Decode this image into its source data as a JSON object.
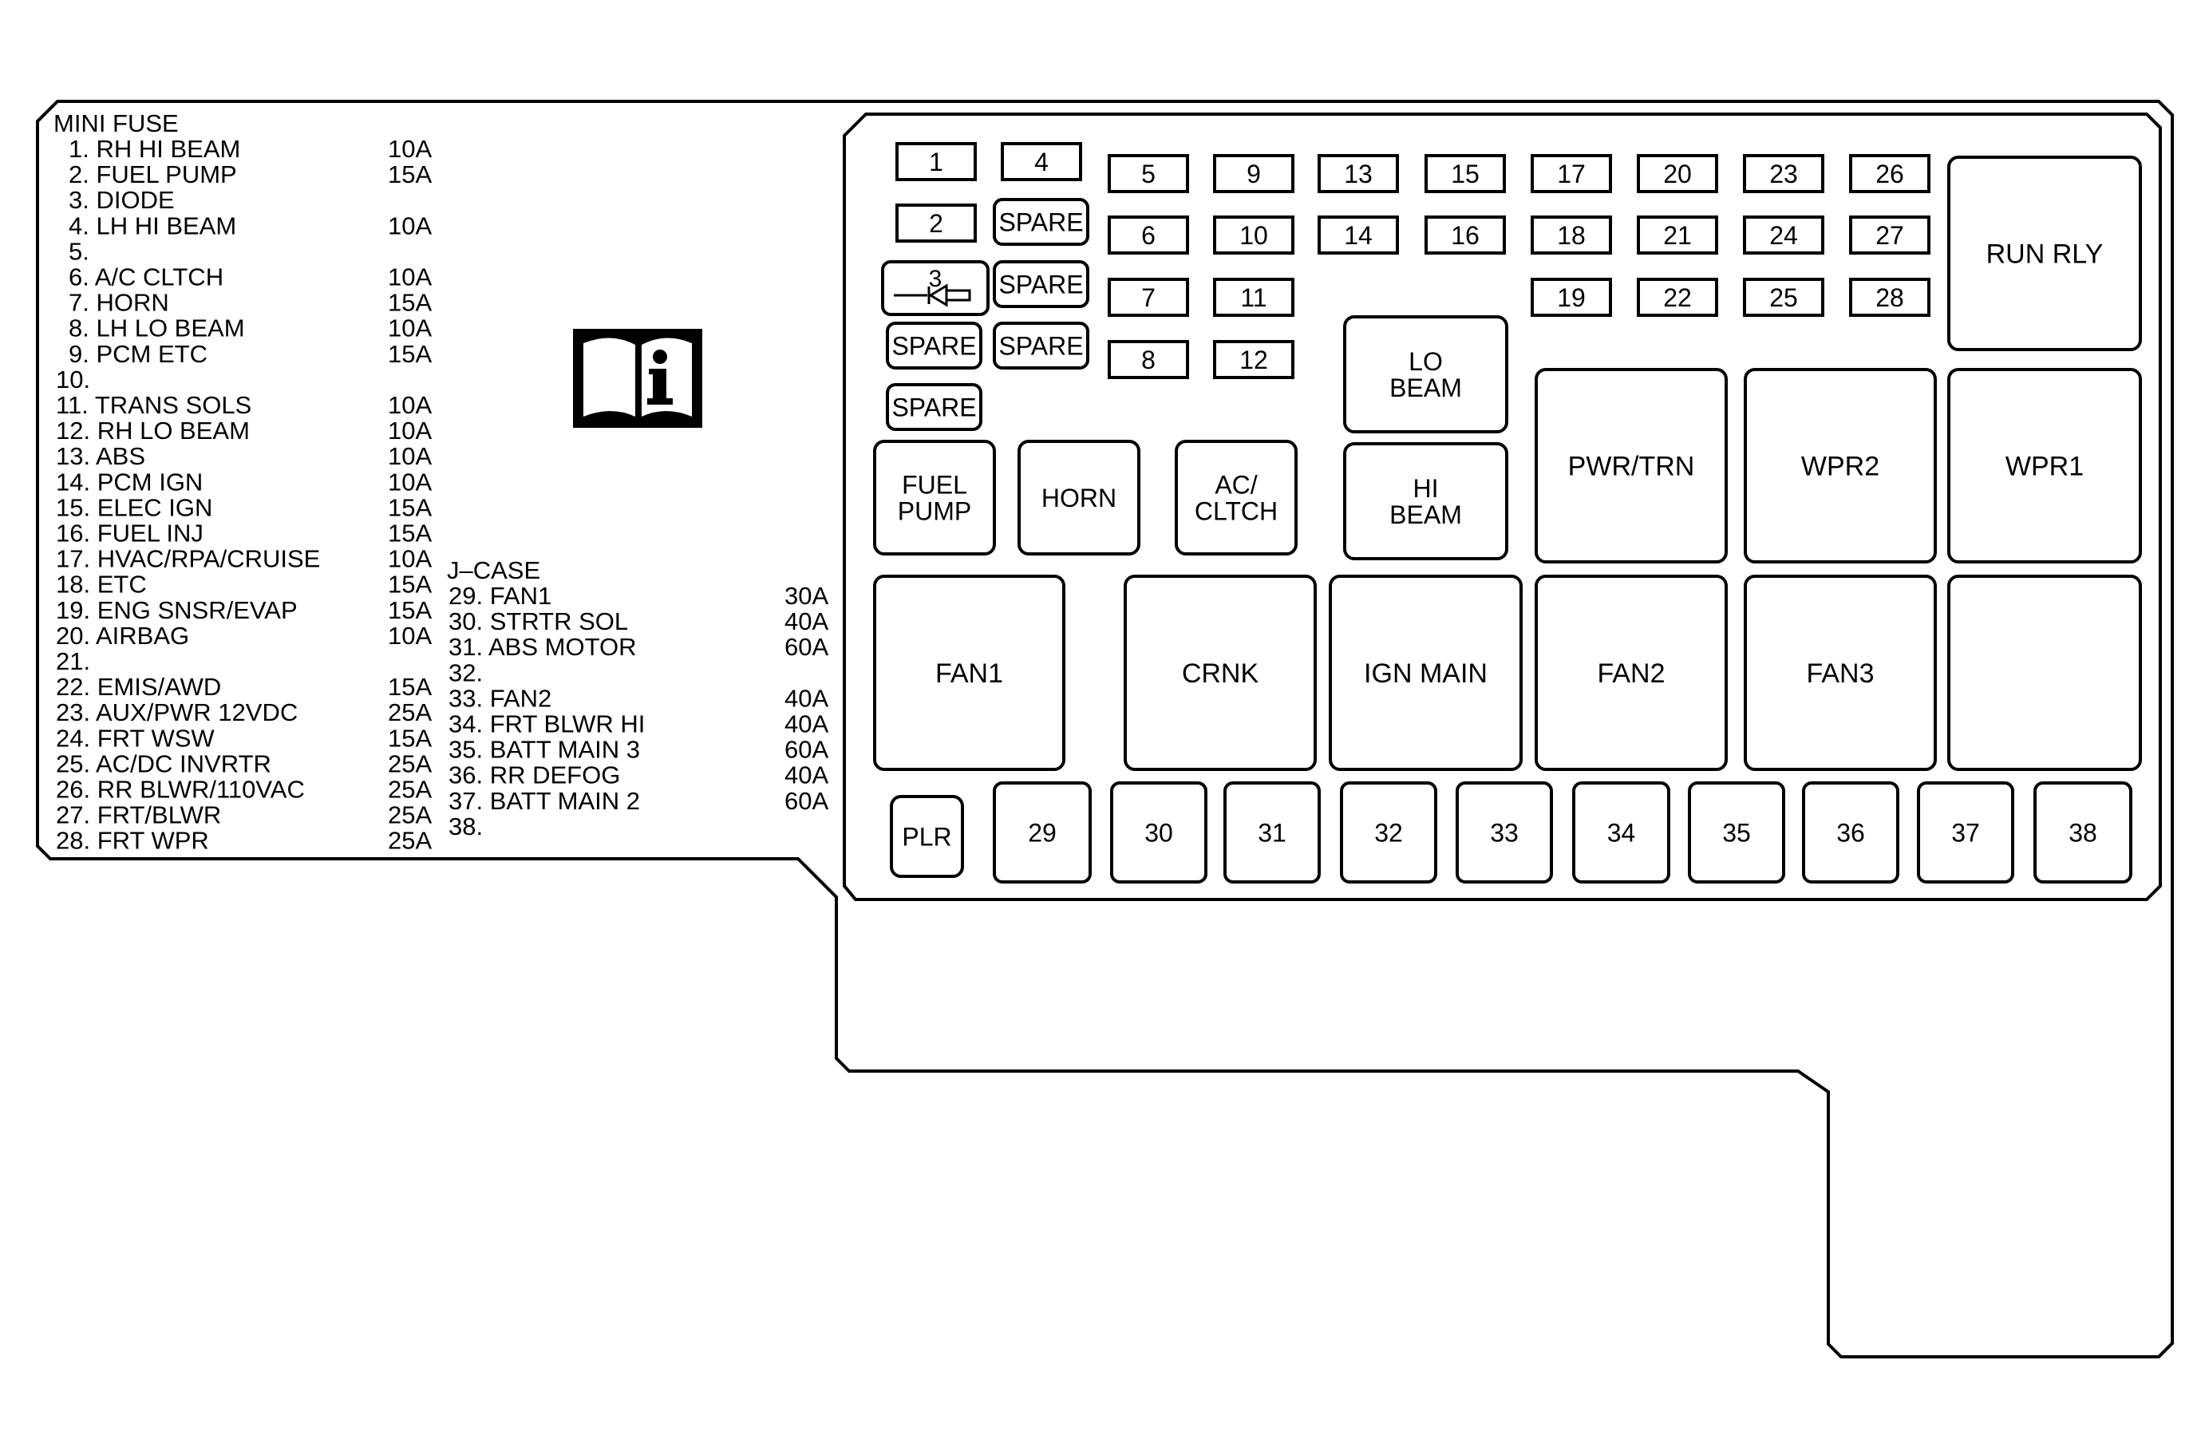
{
  "mini_fuse": {
    "title": "MINI FUSE",
    "items": [
      {
        "label": "1. RH HI BEAM",
        "amp": "10A"
      },
      {
        "label": "2. FUEL PUMP",
        "amp": "15A"
      },
      {
        "label": "3. DIODE",
        "amp": ""
      },
      {
        "label": "4. LH HI BEAM",
        "amp": "10A"
      },
      {
        "label": "5.",
        "amp": ""
      },
      {
        "label": "6. A/C CLTCH",
        "amp": "10A"
      },
      {
        "label": "7. HORN",
        "amp": "15A"
      },
      {
        "label": "8. LH LO BEAM",
        "amp": "10A"
      },
      {
        "label": "9. PCM ETC",
        "amp": "15A"
      },
      {
        "label": "10.",
        "amp": ""
      },
      {
        "label": "11. TRANS SOLS",
        "amp": "10A"
      },
      {
        "label": "12. RH LO BEAM",
        "amp": "10A"
      },
      {
        "label": "13. ABS",
        "amp": "10A"
      },
      {
        "label": "14. PCM IGN",
        "amp": "10A"
      },
      {
        "label": "15. ELEC IGN",
        "amp": "15A"
      },
      {
        "label": "16. FUEL INJ",
        "amp": "15A"
      },
      {
        "label": "17. HVAC/RPA/CRUISE",
        "amp": "10A"
      },
      {
        "label": "18. ETC",
        "amp": "15A"
      },
      {
        "label": "19. ENG SNSR/EVAP",
        "amp": "15A"
      },
      {
        "label": "20. AIRBAG",
        "amp": "10A"
      },
      {
        "label": "21.",
        "amp": ""
      },
      {
        "label": "22. EMIS/AWD",
        "amp": "15A"
      },
      {
        "label": "23. AUX/PWR 12VDC",
        "amp": "25A"
      },
      {
        "label": "24. FRT WSW",
        "amp": "15A"
      },
      {
        "label": "25. AC/DC INVRTR",
        "amp": "25A"
      },
      {
        "label": "26. RR BLWR/110VAC",
        "amp": "25A"
      },
      {
        "label": "27. FRT/BLWR",
        "amp": "25A"
      },
      {
        "label": "28. FRT WPR",
        "amp": "25A"
      }
    ]
  },
  "j_case": {
    "title": "J–CASE",
    "items": [
      {
        "label": "29. FAN1",
        "amp": "30A"
      },
      {
        "label": "30. STRTR SOL",
        "amp": "40A"
      },
      {
        "label": "31. ABS MOTOR",
        "amp": "60A"
      },
      {
        "label": "32.",
        "amp": ""
      },
      {
        "label": "33. FAN2",
        "amp": "40A"
      },
      {
        "label": "34. FRT BLWR HI",
        "amp": "40A"
      },
      {
        "label": "35. BATT MAIN 3",
        "amp": "60A"
      },
      {
        "label": "36. RR DEFOG",
        "amp": "40A"
      },
      {
        "label": "37. BATT MAIN 2",
        "amp": "60A"
      },
      {
        "label": "38.",
        "amp": ""
      }
    ]
  },
  "icon": "owners-manual-info-icon",
  "fuse_block": {
    "mini_fuses": [
      "1",
      "2",
      "4",
      "5",
      "6",
      "7",
      "8",
      "9",
      "10",
      "11",
      "12",
      "13",
      "14",
      "15",
      "16",
      "17",
      "18",
      "19",
      "20",
      "21",
      "22",
      "23",
      "24",
      "25",
      "26",
      "27",
      "28"
    ],
    "diode_label": "3",
    "spare_label": "SPARE",
    "relays": {
      "run_rly": "RUN RLY",
      "lo_beam": [
        "LO",
        "BEAM"
      ],
      "hi_beam": [
        "HI",
        "BEAM"
      ],
      "fuel_pump": [
        "FUEL",
        "PUMP"
      ],
      "horn": "HORN",
      "ac_cltch": [
        "AC/",
        "CLTCH"
      ],
      "pwr_trn": "PWR/TRN",
      "wpr2": "WPR2",
      "wpr1": "WPR1",
      "fan1": "FAN1",
      "crnk": "CRNK",
      "ign_main": "IGN MAIN",
      "fan2": "FAN2",
      "fan3": "FAN3"
    },
    "plr": "PLR",
    "jcase_fuses": [
      "29",
      "30",
      "31",
      "32",
      "33",
      "34",
      "35",
      "36",
      "37",
      "38"
    ]
  }
}
